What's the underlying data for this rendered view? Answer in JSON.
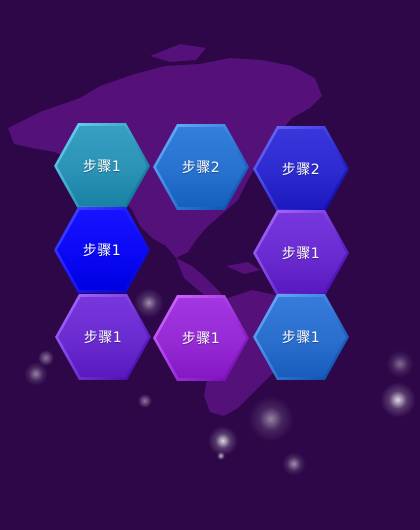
{
  "colors": {
    "background": "#2d0748",
    "map": "#5a137f"
  },
  "hexagons": [
    {
      "label": "步骤1",
      "color": "#2a93b6"
    },
    {
      "label": "步骤2",
      "color": "#2872cf"
    },
    {
      "label": "步骤2",
      "color": "#2d2bd0"
    },
    {
      "label": "步骤1",
      "color": "#0a08f4"
    },
    {
      "label": "步骤1",
      "color": "#6a2bd1"
    },
    {
      "label": "步骤1",
      "color": "#6a2bd1"
    },
    {
      "label": "步骤1",
      "color": "#962ad4"
    },
    {
      "label": "步骤1",
      "color": "#2a6fce"
    }
  ]
}
